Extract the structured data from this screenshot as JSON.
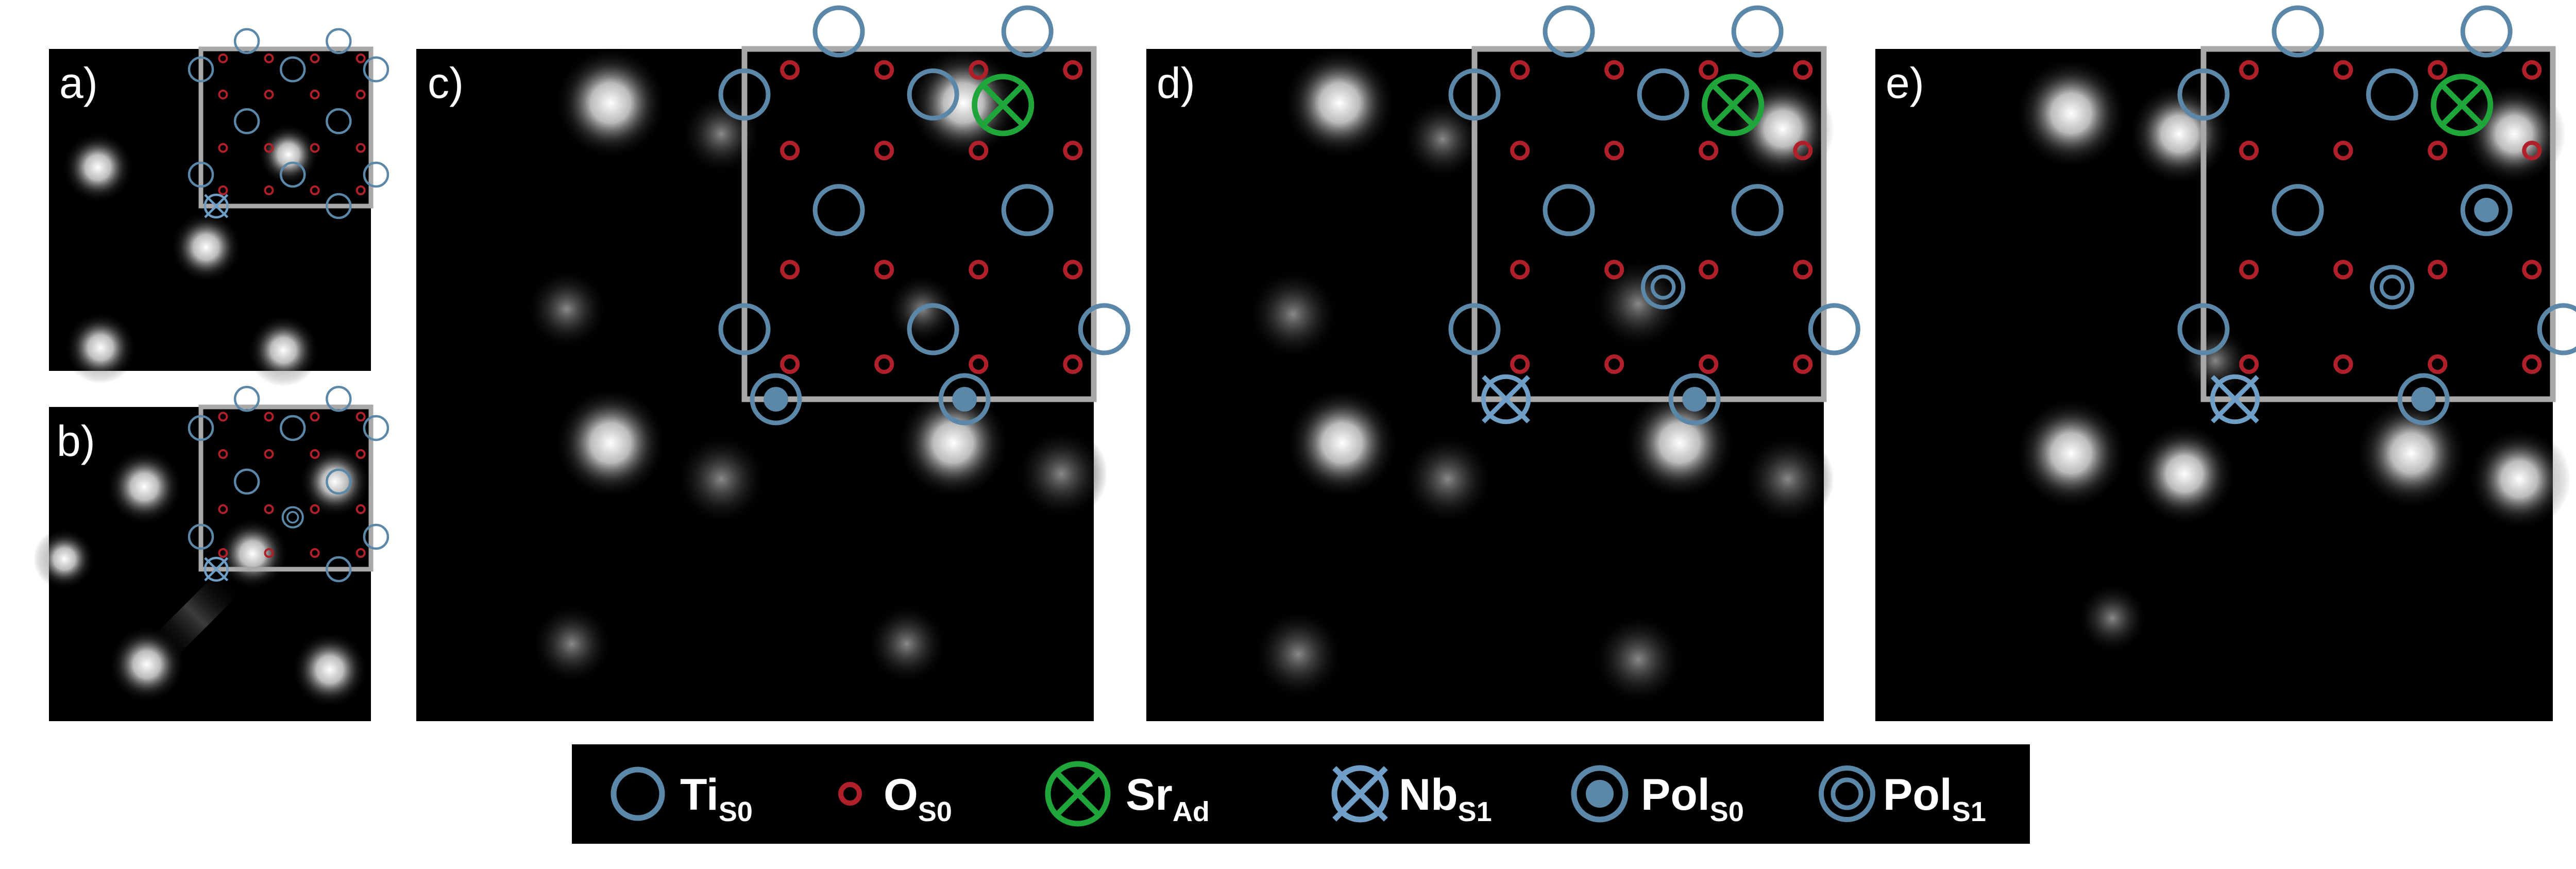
{
  "panels": [
    {
      "id": "a",
      "label": "a)"
    },
    {
      "id": "b",
      "label": "b)"
    },
    {
      "id": "c",
      "label": "c)"
    },
    {
      "id": "d",
      "label": "d)"
    },
    {
      "id": "e",
      "label": "e)"
    }
  ],
  "legend": {
    "items": [
      {
        "id": "ti",
        "base": "Ti",
        "sub": "S0"
      },
      {
        "id": "o",
        "base": "O",
        "sub": "S0"
      },
      {
        "id": "sr",
        "base": "Sr",
        "sub": "Ad"
      },
      {
        "id": "nb",
        "base": "Nb",
        "sub": "S1"
      },
      {
        "id": "pol0",
        "base": "Pol",
        "sub": "S0"
      },
      {
        "id": "pol1",
        "base": "Pol",
        "sub": "S1"
      }
    ]
  },
  "colors": {
    "ti": "#5b87a8",
    "o": "#b0202a",
    "sr": "#1fa53a",
    "nb": "#6f9ec6",
    "overlay_box": "#a8a8a8",
    "image_bg": "#000000"
  }
}
